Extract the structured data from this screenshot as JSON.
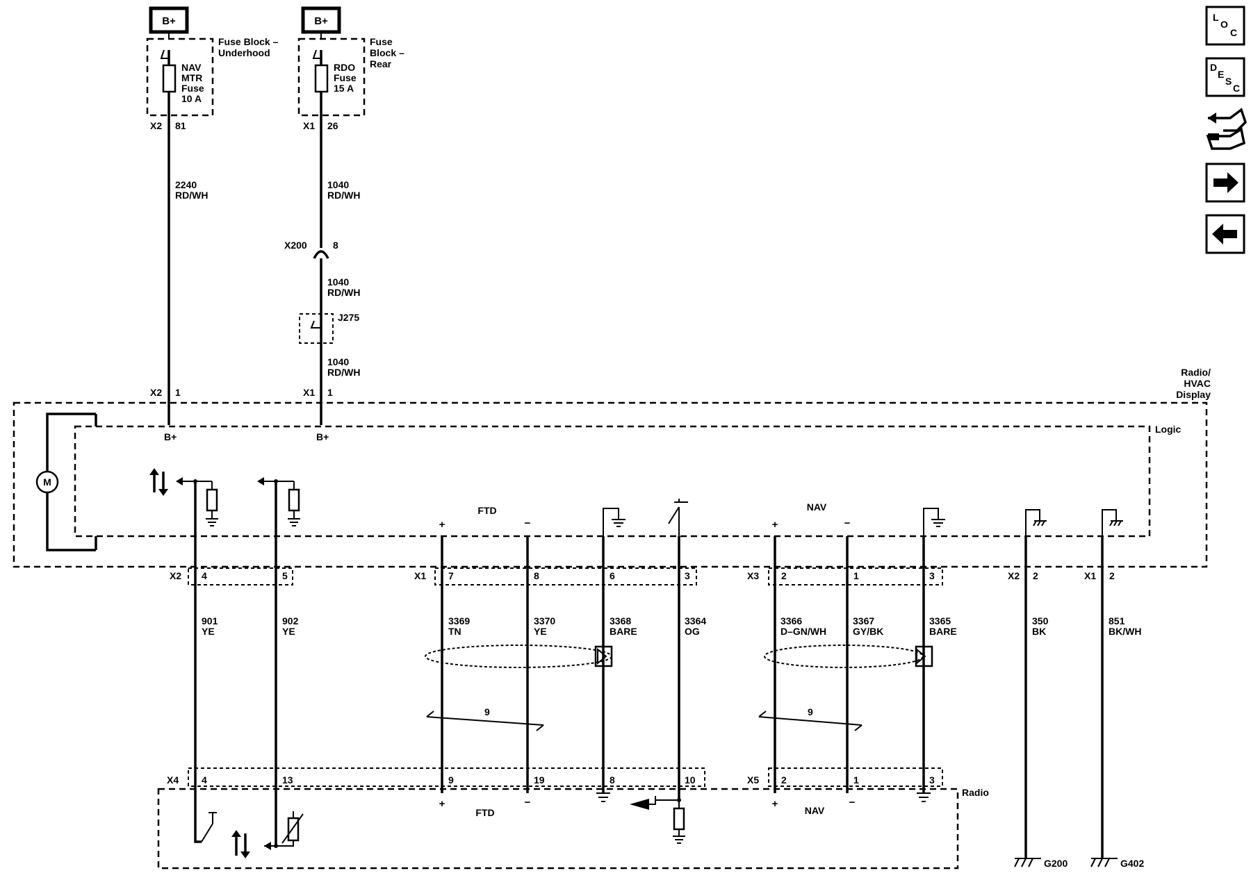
{
  "power_labels": {
    "bplus_left": "B+",
    "bplus_right": "B+"
  },
  "fuse_blocks": {
    "underhood": {
      "title_line1": "Fuse Block –",
      "title_line2": "Underhood",
      "fuse_line1": "NAV",
      "fuse_line2": "MTR",
      "fuse_line3": "Fuse",
      "fuse_line4": "10 A",
      "connector": "X2",
      "pin": "81"
    },
    "rear": {
      "title_line1": "Fuse",
      "title_line2": "Block –",
      "title_line3": "Rear",
      "fuse_line1": "RDO",
      "fuse_line2": "Fuse",
      "fuse_line3": "15 A",
      "connector": "X1",
      "pin": "26"
    }
  },
  "feed_wires": {
    "nav": {
      "circuit": "2240",
      "color": "RD/WH"
    },
    "rdo_1": {
      "circuit": "1040",
      "color": "RD/WH"
    },
    "inline_connector": {
      "name": "X200",
      "pin": "8"
    },
    "rdo_2": {
      "circuit": "1040",
      "color": "RD/WH"
    },
    "splice": "J275",
    "rdo_3": {
      "circuit": "1040",
      "color": "RD/WH"
    }
  },
  "display_module": {
    "name_line1": "Radio/",
    "name_line2": "HVAC",
    "name_line3": "Display",
    "logic_label": "Logic",
    "inputs": [
      {
        "connector": "X2",
        "pin": "1",
        "label": "B+"
      },
      {
        "connector": "X1",
        "pin": "1",
        "label": "B+"
      }
    ],
    "motor_symbol": "M",
    "ftd_label": "FTD",
    "nav_label": "NAV",
    "plus": "+",
    "minus": "−"
  },
  "module_pins": {
    "x2": {
      "connector": "X2",
      "pins": [
        "4",
        "5"
      ]
    },
    "x1": {
      "connector": "X1",
      "pins": [
        "7",
        "8",
        "6",
        "3"
      ]
    },
    "x3": {
      "connector": "X3",
      "pins": [
        "2",
        "1",
        "3"
      ]
    },
    "x2_ground": {
      "connector": "X2",
      "pin": "2"
    },
    "x1_ground": {
      "connector": "X1",
      "pin": "2"
    }
  },
  "circuits": [
    {
      "circuit": "901",
      "color": "YE"
    },
    {
      "circuit": "902",
      "color": "YE"
    },
    {
      "circuit": "3369",
      "color": "TN"
    },
    {
      "circuit": "3370",
      "color": "YE"
    },
    {
      "circuit": "3368",
      "color": "BARE"
    },
    {
      "circuit": "3364",
      "color": "OG"
    },
    {
      "circuit": "3366",
      "color": "D–GN/WH"
    },
    {
      "circuit": "3367",
      "color": "GY/BK"
    },
    {
      "circuit": "3365",
      "color": "BARE"
    },
    {
      "circuit": "350",
      "color": "BK"
    },
    {
      "circuit": "851",
      "color": "BK/WH"
    }
  ],
  "twist_labels": [
    "9",
    "9"
  ],
  "radio_module": {
    "name": "Radio",
    "ftd_label": "FTD",
    "nav_label": "NAV",
    "x4": {
      "connector": "X4",
      "pins": [
        "4",
        "13",
        "9",
        "19",
        "8",
        "10"
      ]
    },
    "x5": {
      "connector": "X5",
      "pins": [
        "2",
        "1",
        "3"
      ]
    }
  },
  "grounds": [
    "G200",
    "G402"
  ],
  "nav_buttons": {
    "loc": [
      "L",
      "O",
      "C"
    ],
    "desc": [
      "D",
      "E",
      "S",
      "C"
    ]
  }
}
